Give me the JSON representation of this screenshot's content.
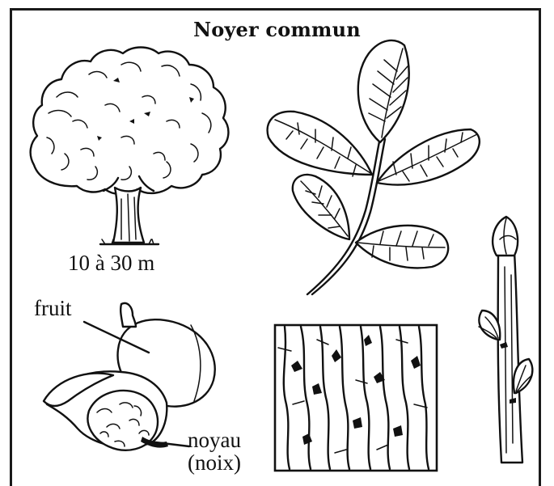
{
  "title": "Noyer commun",
  "labels": {
    "height": "10 à 30 m",
    "fruit": "fruit",
    "noyau_line1": "noyau",
    "noyau_line2": "(noix)"
  }
}
